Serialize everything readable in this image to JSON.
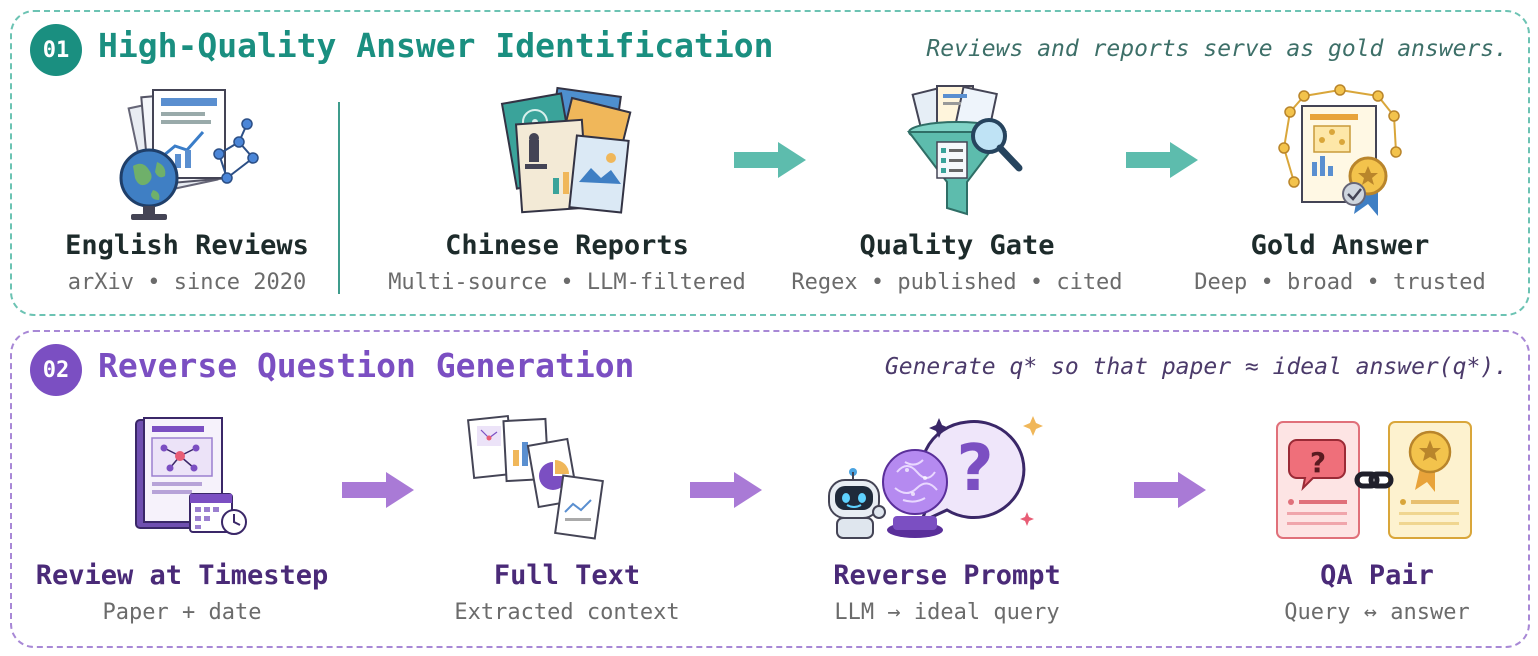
{
  "sections": [
    {
      "badge": "01",
      "title": "High-Quality Answer Identification",
      "subtitle": "Reviews and reports serve as gold answers.",
      "accent": "#1a8f80",
      "steps": [
        {
          "title": "English Reviews",
          "subtitle": "arXiv • since 2020",
          "icon": "globe-papers-network-icon"
        },
        {
          "title": "Chinese Reports",
          "subtitle": "Multi-source • LLM-filtered",
          "icon": "stacked-reports-icon"
        },
        {
          "title": "Quality Gate",
          "subtitle": "Regex • published • cited",
          "icon": "filter-funnel-icon"
        },
        {
          "title": "Gold Answer",
          "subtitle": "Deep • broad • trusted",
          "icon": "gold-document-medal-icon"
        }
      ]
    },
    {
      "badge": "02",
      "title": "Reverse Question Generation",
      "subtitle": "Generate q* so that paper ≈ ideal answer(q*).",
      "accent": "#7b4fc2",
      "steps": [
        {
          "title": "Review at Timestep",
          "subtitle": "Paper + date",
          "icon": "book-calendar-clock-icon"
        },
        {
          "title": "Full Text",
          "subtitle": "Extracted context",
          "icon": "document-pages-icon"
        },
        {
          "title": "Reverse Prompt",
          "subtitle": "LLM → ideal query",
          "icon": "robot-brain-question-icon"
        },
        {
          "title": "QA Pair",
          "subtitle": "Query ↔ answer",
          "icon": "question-answer-cards-link-icon"
        }
      ]
    }
  ]
}
